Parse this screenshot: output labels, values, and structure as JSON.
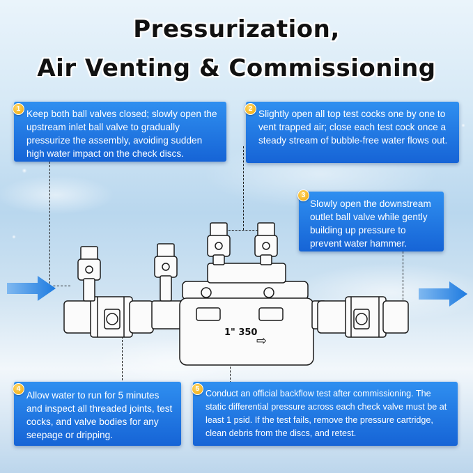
{
  "title": {
    "line1": "Pressurization,",
    "line2": "Air Venting & Commissioning"
  },
  "steps": [
    {
      "number": "1",
      "text": "Keep both ball valves closed; slowly open the upstream inlet ball valve to gradually pressurize the assembly, avoiding sudden high water impact on the check discs."
    },
    {
      "number": "2",
      "text": "Slightly open all top test cocks one by one to vent trapped air; close each test cock once a steady stream of bubble-free water flows out."
    },
    {
      "number": "3",
      "text": "Slowly open the downstream outlet ball valve while gently building up pressure to prevent water hammer."
    },
    {
      "number": "4",
      "text": "Allow water to run for 5 minutes and inspect all threaded joints, test cocks, and valve bodies for any seepage or dripping."
    },
    {
      "number": "5",
      "text": "Conduct an official backflow test after commissioning. The static differential pressure across each check valve must be at least 1 psid. If the test fails, remove the pressure cartridge, clean debris from the discs, and retest."
    }
  ],
  "assembly": {
    "body_label": "1\" 350",
    "flow_arrow": "⇨"
  },
  "icons": {
    "inlet_arrow": "flow-arrow-icon",
    "outlet_arrow": "flow-arrow-icon"
  },
  "colors": {
    "card_top": "#2f8ff0",
    "card_bottom": "#1664d6",
    "badge": "#f0a400",
    "arrow": "#1e7be0"
  }
}
